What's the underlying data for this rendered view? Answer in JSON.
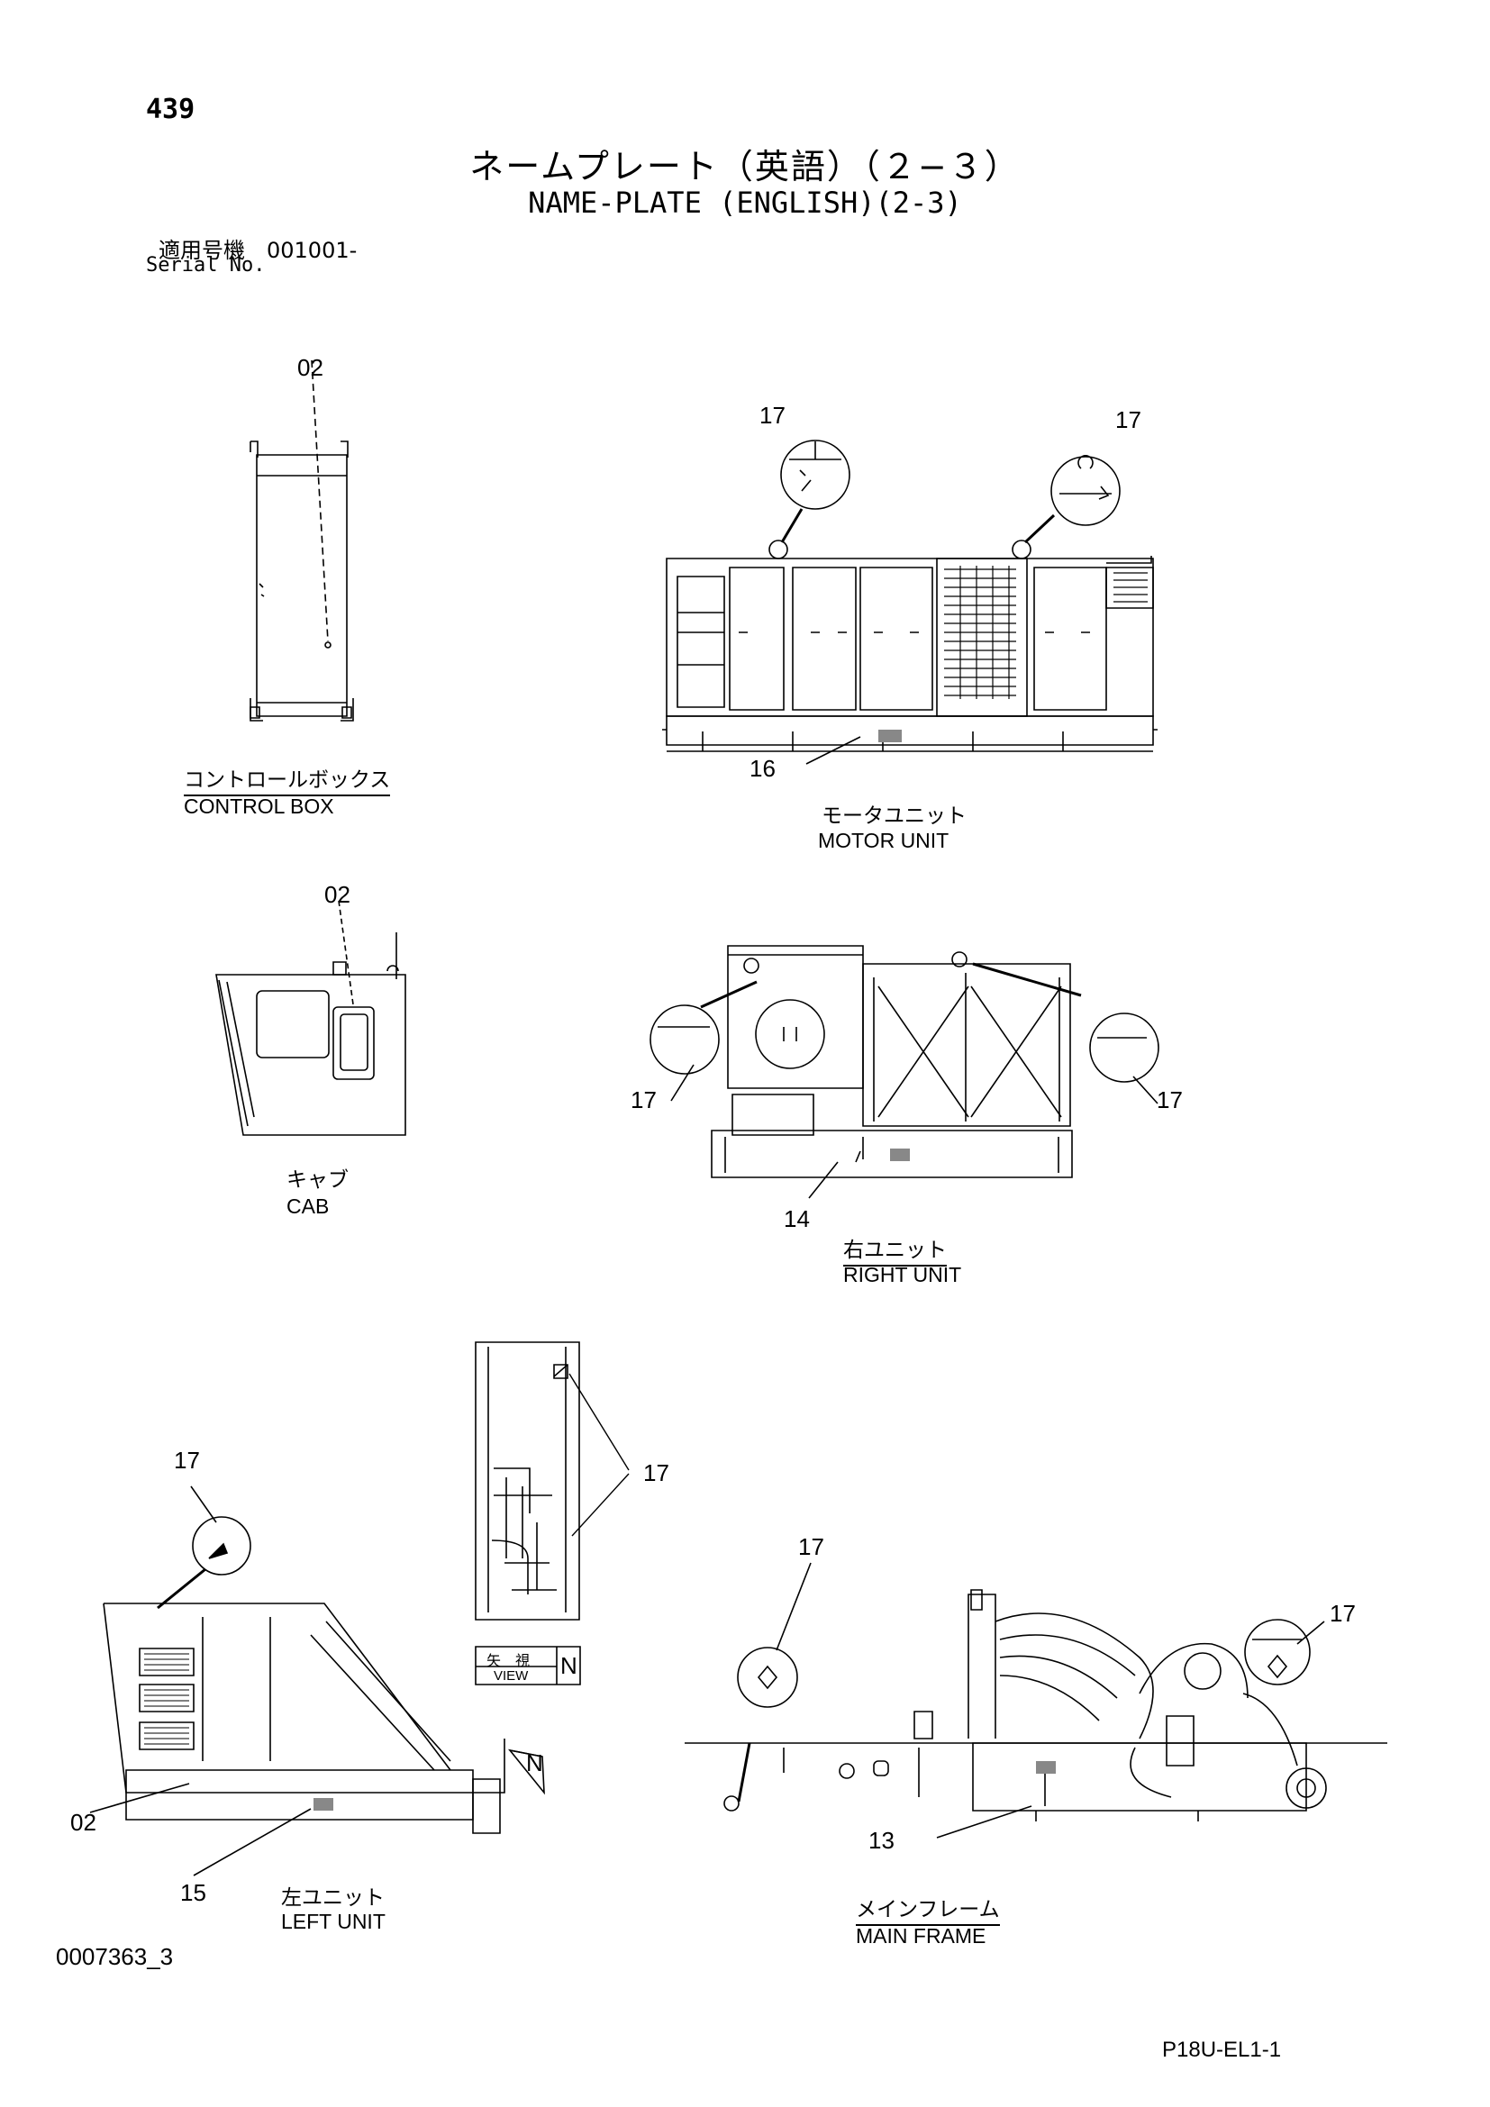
{
  "header": {
    "page_number": "439",
    "title_jp": "ネームプレート（英語）（２−３）",
    "title_en": "NAME-PLATE (ENGLISH)(2-3)",
    "serial_label_jp": "適用号機　001001-",
    "serial_label_en": "Serial No."
  },
  "views": {
    "control_box": {
      "name_jp": "コントロールボックス",
      "name_en": "CONTROL BOX",
      "callouts": [
        "02"
      ]
    },
    "motor_unit": {
      "name_jp": "モータユニット",
      "name_en": "MOTOR UNIT",
      "callouts": [
        "17",
        "17",
        "16"
      ]
    },
    "cab": {
      "name_jp": "キャブ",
      "name_en": "CAB",
      "callouts": [
        "02"
      ]
    },
    "right_unit": {
      "name_jp": "右ユニット",
      "name_en": "RIGHT UNIT",
      "callouts": [
        "17",
        "17",
        "14"
      ]
    },
    "left_unit": {
      "name_jp": "左ユニット",
      "name_en": "LEFT UNIT",
      "callouts": [
        "17",
        "02",
        "15"
      ]
    },
    "view_n": {
      "label_jp": "矢　視",
      "label_en": "VIEW",
      "letter": "N",
      "callouts": [
        "17"
      ]
    },
    "view_arrow": {
      "letter": "N"
    },
    "main_frame": {
      "name_jp": "メインフレーム",
      "name_en": "MAIN FRAME",
      "callouts": [
        "17",
        "17",
        "13"
      ]
    }
  },
  "footer": {
    "document_code": "0007363_3",
    "sheet_code": "P18U-EL1-1"
  }
}
